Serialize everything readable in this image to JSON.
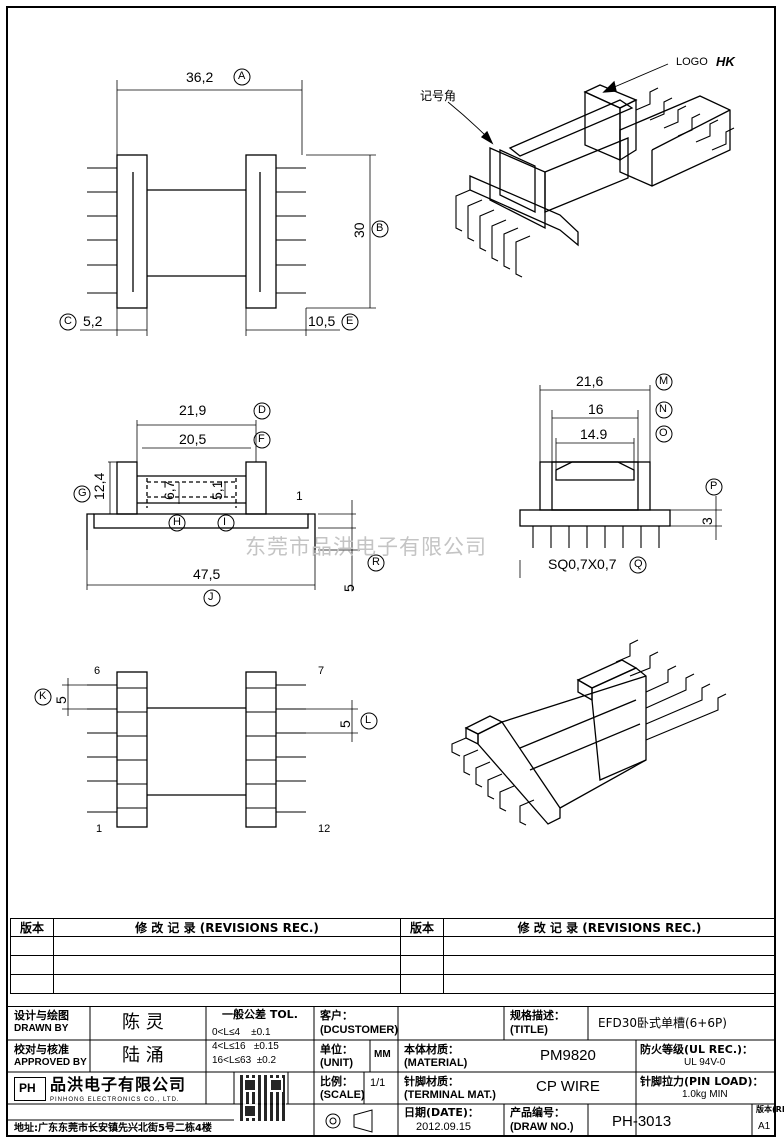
{
  "dims": {
    "a": "36,2",
    "b": "30",
    "c": "5,2",
    "e": "10,5",
    "d": "21,9",
    "f": "20,5",
    "g": "12,4",
    "h": "6,7",
    "i": "5,1",
    "one": "1",
    "j": "47,5",
    "r": "5",
    "m": "21,6",
    "n": "16",
    "o": "14.9",
    "p": "3",
    "q": "SQ0,7X0,7",
    "k": "5",
    "l": "5"
  },
  "callouts": {
    "A": "A",
    "B": "B",
    "C": "C",
    "D": "D",
    "E": "E",
    "F": "F",
    "G": "G",
    "H": "H",
    "I": "I",
    "J": "J",
    "K": "K",
    "L": "L",
    "M": "M",
    "N": "N",
    "O": "O",
    "P": "P",
    "Q": "Q",
    "R": "R"
  },
  "pins": {
    "p6": "6",
    "p7": "7",
    "p1": "1",
    "p12": "12"
  },
  "labels": {
    "logo": "LOGO",
    "mark": "记号角",
    "logo_mark": "HK"
  },
  "watermark": "东莞市品洪电子有限公司",
  "revisions": {
    "col1": "版本",
    "col2": "修 改 记 录 (REVISIONS REC.)",
    "col3": "版本",
    "col4": "修 改 记 录 (REVISIONS REC.)"
  },
  "title_block": {
    "drawn_label": "设计与绘图",
    "drawn_label_en": "DRAWN BY",
    "drawn_name": "陈 灵",
    "approved_label": "校对与核准",
    "approved_label_en": "APPROVED BY",
    "approved_name": "陆 涌",
    "tol_title": "一般公差 TOL.",
    "tol1": "0<L≤4    ±0.1",
    "tol2": "4<L≤16   ±0.15",
    "tol3": "16<L≤63  ±0.2",
    "customer_label": "客户：",
    "customer_en": "(DCUSTOMER)",
    "title_label": "规格描述：",
    "title_en": "(TITLE)",
    "title_value": "EFD30卧式单槽(6+6P)",
    "unit_label": "单位：",
    "unit_en": "(UNIT)",
    "unit_value": "MM",
    "material_label": "本体材质：",
    "material_en": "(MATERIAL)",
    "material_value": "PM9820",
    "fire_label": "防火等级(UL REC.)：",
    "fire_value": "UL 94V-0",
    "scale_label": "比例：",
    "scale_en": "(SCALE)",
    "scale_value": "1/1",
    "terminal_label": "针脚材质：",
    "terminal_en": "(TERMINAL MAT.)",
    "terminal_value": "CP WIRE",
    "pinload_label": "针脚拉力(PIN LOAD)：",
    "pinload_value": "1.0kg MIN",
    "date_label": "日期(DATE)：",
    "date_value": "2012.09.15",
    "drawno_label": "产品编号：",
    "drawno_en": "(DRAW NO.)",
    "drawno_value": "PH-3013",
    "rev_label": "版本(REV)：",
    "rev_value": "A1",
    "company": "品洪电子有限公司",
    "company_en": "PINHONG ELECTRONICS CO., LTD.",
    "logo_text": "PH",
    "address": "地址:广东东莞市长安镇先兴北街5号二栋4楼"
  }
}
